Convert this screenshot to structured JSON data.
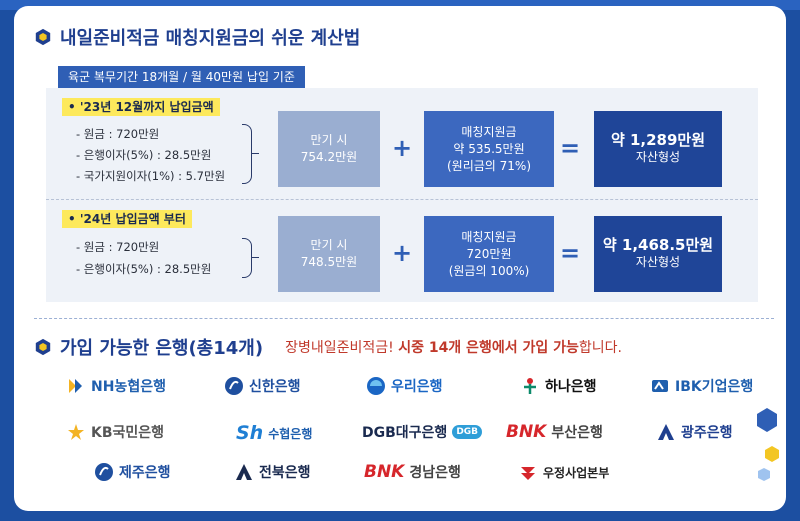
{
  "section1": {
    "title": "내일준비적금 매칭지원금의 쉬운 계산법"
  },
  "basis": "육군 복무기간 18개월 / 월 40만원 납입 기준",
  "case1": {
    "label": "'23년 12월까지 납입금액",
    "lines": [
      "- 원금 : 720만원",
      "- 은행이자(5%) : 28.5만원",
      "- 국가지원이자(1%) : 5.7만원"
    ],
    "maturity": {
      "label": "만기 시",
      "value": "754.2만원"
    },
    "matching": {
      "label": "매칭지원금",
      "value": "약 535.5만원",
      "note": "(원리금의 71%)"
    },
    "result": {
      "value": "약 1,289만원",
      "note": "자산형성"
    }
  },
  "case2": {
    "label": "'24년 납입금액 부터",
    "lines": [
      "- 원금 : 720만원",
      "- 은행이자(5%) : 28.5만원"
    ],
    "maturity": {
      "label": "만기 시",
      "value": "748.5만원"
    },
    "matching": {
      "label": "매칭지원금",
      "value": "720만원",
      "note": "(원금의 100%)"
    },
    "result": {
      "value": "약 1,468.5만원",
      "note": "자산형성"
    }
  },
  "ops": {
    "plus": "+",
    "equals": "="
  },
  "section2": {
    "title": "가입 가능한 은행(총14개)",
    "notice_a": "장병내일준비적금! ",
    "notice_b": "시중 14개 은행에서 가입 가능",
    "notice_c": "합니다."
  },
  "banks": [
    {
      "name": "NH농협은행",
      "icon": "nh-logo-icon",
      "color": "#1f5fae"
    },
    {
      "name": "신한은행",
      "icon": "shinhan-logo-icon",
      "color": "#1f4f9f"
    },
    {
      "name": "우리은행",
      "icon": "woori-logo-icon",
      "color": "#1a66c4"
    },
    {
      "name": "하나은행",
      "icon": "hana-logo-icon",
      "color": "#111111"
    },
    {
      "name": "IBK기업은행",
      "icon": "ibk-logo-icon",
      "color": "#1f5fae"
    },
    {
      "name": "KB국민은행",
      "icon": "kb-logo-icon",
      "color": "#555555"
    },
    {
      "name": "수협은행",
      "icon": "suhyup-logo-icon",
      "color": "#1f5fae"
    },
    {
      "name": "DGB대구은행",
      "icon": "dgb-logo-icon",
      "color": "#1a2a4f"
    },
    {
      "name": "부산은행",
      "icon": "bnk-logo-icon",
      "color": "#444444"
    },
    {
      "name": "광주은행",
      "icon": "kwangju-logo-icon",
      "color": "#1f3f8f"
    },
    {
      "name": "제주은행",
      "icon": "jeju-logo-icon",
      "color": "#1f4f9f"
    },
    {
      "name": "전북은행",
      "icon": "jeonbuk-logo-icon",
      "color": "#1a2a4f"
    },
    {
      "name": "경남은행",
      "icon": "bnk-logo-icon",
      "color": "#444444"
    },
    {
      "name": "우정사업본부",
      "icon": "koreapost-logo-icon",
      "color": "#222222"
    }
  ],
  "bnk_mark": "BNK",
  "sh_mark": "Sh",
  "dgb_mark": "DGB"
}
